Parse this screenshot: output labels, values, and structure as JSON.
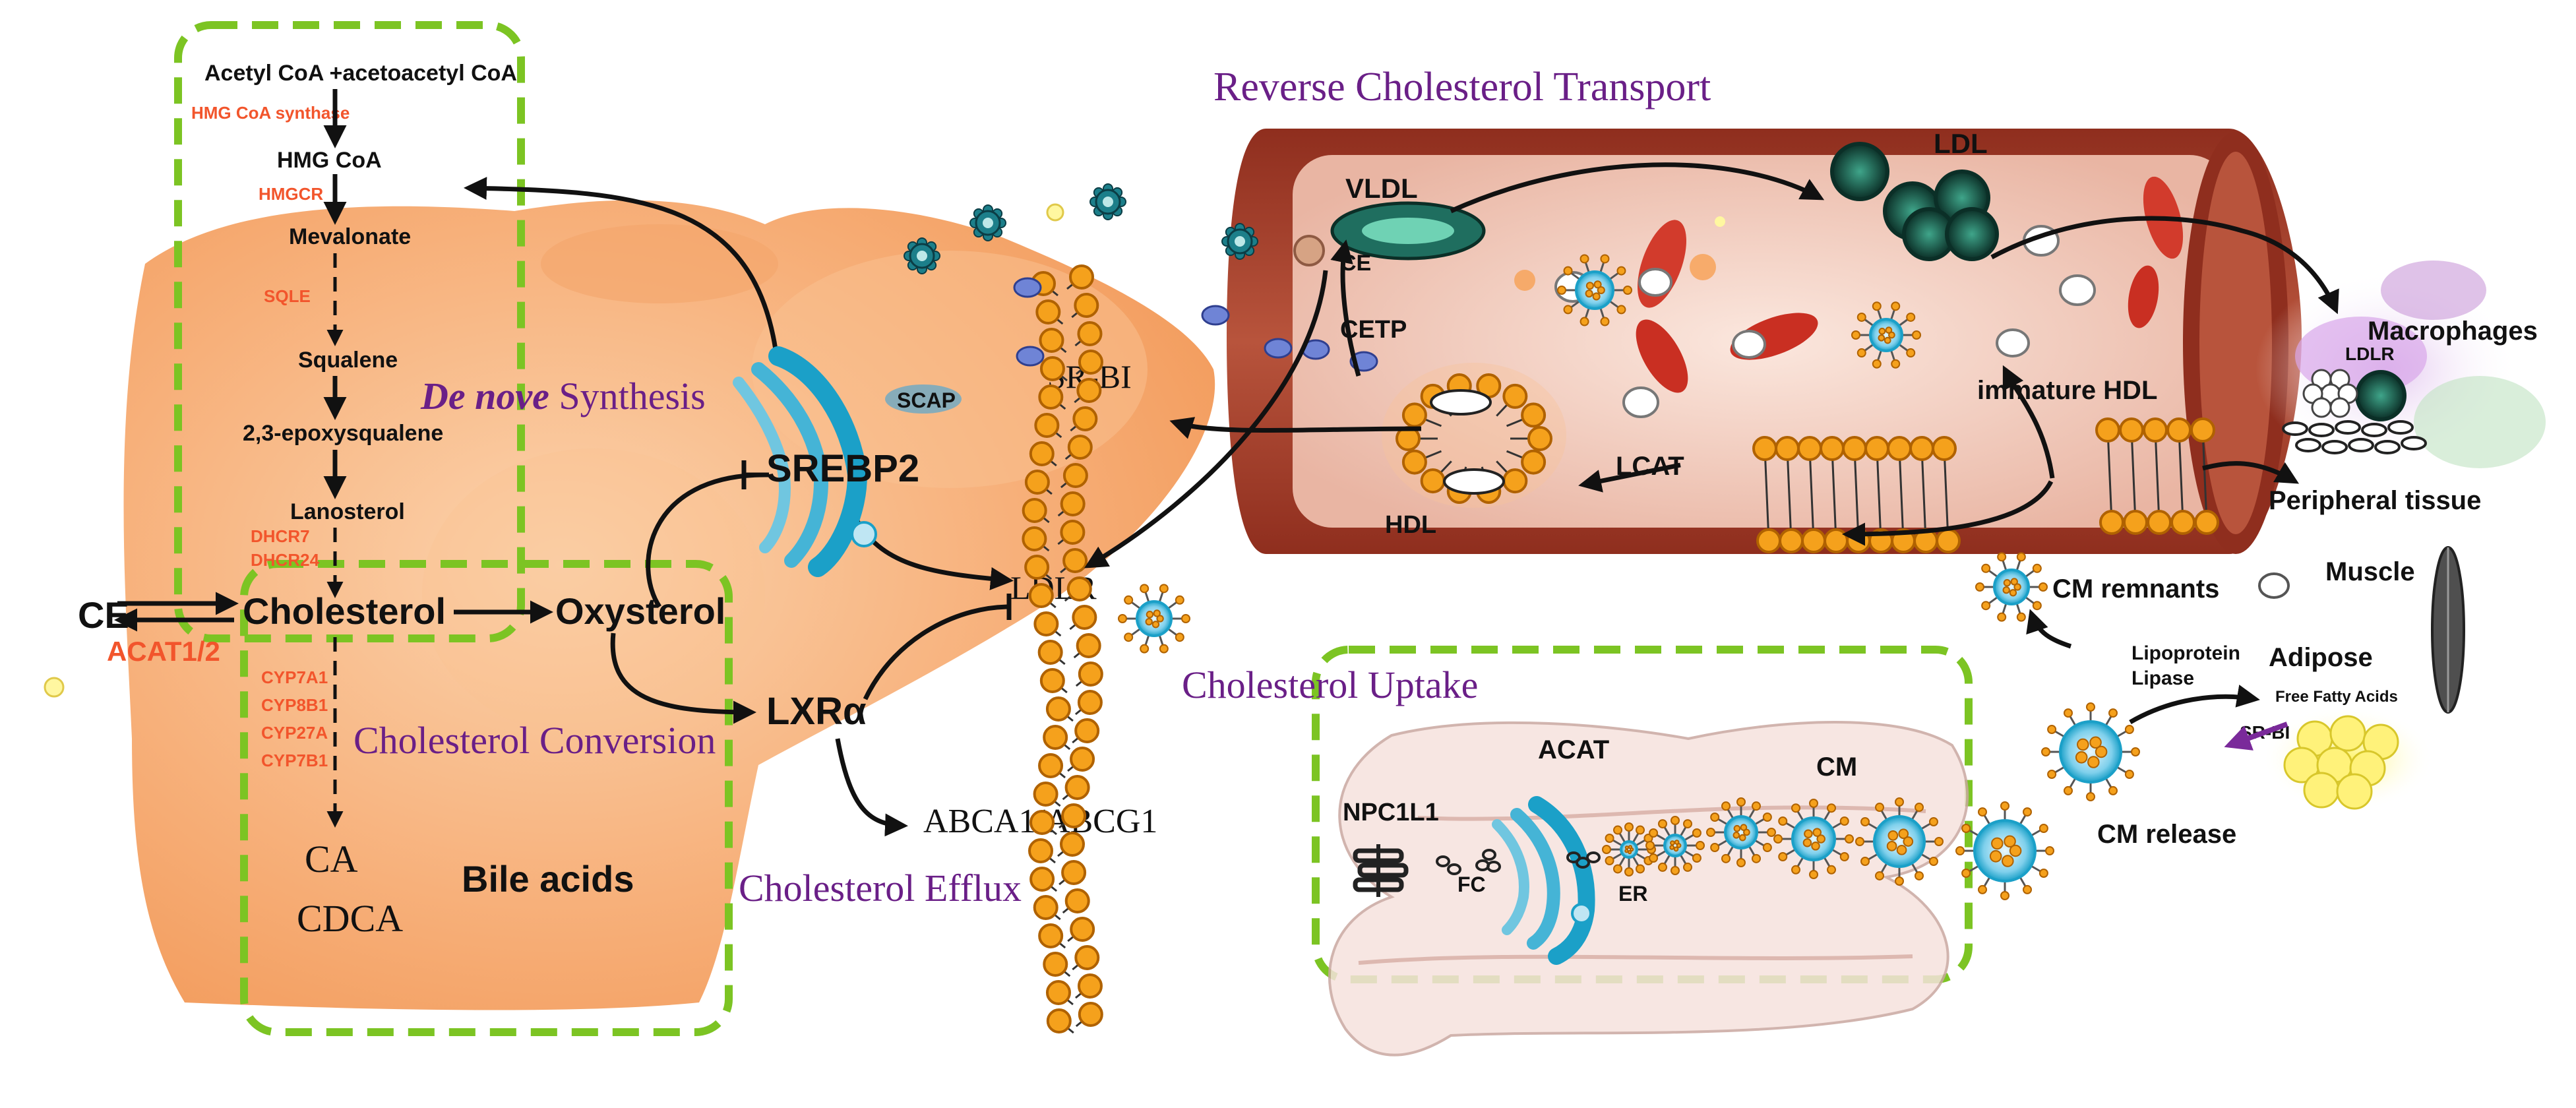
{
  "colors": {
    "liver": "#f7b07a",
    "vessel": "#a93f2a",
    "vessel_lumen": "#f4d4c8",
    "dashed_box": "#7cc423",
    "title_purple": "#6a1f87",
    "enzyme_red": "#f2552c",
    "phospholipid": "#f5a11c",
    "golgi_blue": "#1ba0c8"
  },
  "pathway": {
    "acetyl": "Acetyl CoA +acetoacetyl CoA",
    "hmg_synthase": "HMG CoA synthase",
    "hmg_coa": "HMG CoA",
    "hmgcr": "HMGCR",
    "mevalonate": "Mevalonate",
    "sqle": "SQLE",
    "squalene": "Squalene",
    "epoxy": "2,3-epoxysqualene",
    "lanosterol": "Lanosterol",
    "dhcr7": "DHCR7",
    "dhcr24": "DHCR24",
    "cholesterol": "Cholesterol",
    "ce": "CE",
    "acat12": "ACAT1/2",
    "oxysterol": "Oxysterol",
    "cyp7a1": "CYP7A1",
    "cyp8b1": "CYP8B1",
    "cyp27a": "CYP27A",
    "cyp7b1": "CYP7B1",
    "ca": "CA",
    "cdca": "CDCA",
    "bile_acids": "Bile acids"
  },
  "titles": {
    "de_nove_italic": "De nove",
    "de_nove_rest": " Synthesis",
    "conversion": "Cholesterol Conversion",
    "efflux": "Cholesterol Efflux",
    "rct": "Reverse Cholesterol Transport",
    "uptake": "Cholesterol Uptake"
  },
  "regulators": {
    "srebp2": "SREBP2",
    "scap": "SCAP",
    "lxr": "LXRα",
    "srbi": "SR-BI",
    "ldlr": "LDLR",
    "abca1": "ABCA1/ABCG1"
  },
  "vessel": {
    "vldl": "VLDL",
    "ce": "CE",
    "cetp": "CETP",
    "ldl": "LDL",
    "hdl": "HDL",
    "lcat": "LCAT",
    "immature_hdl": "immature HDL"
  },
  "periphery": {
    "macrophages": "Macrophages",
    "ldlr": "LDLR",
    "peripheral_tissue": "Peripheral tissue",
    "cm_remnants": "CM remnants",
    "muscle": "Muscle",
    "lipoprotein": "Lipoprotein",
    "lipase": "Lipase",
    "adipose": "Adipose",
    "ffa": "Free Fatty Acids",
    "srbi": "SR-BI",
    "cm_release": "CM release"
  },
  "intestine": {
    "acat": "ACAT",
    "cm": "CM",
    "npc1l1": "NPC1L1",
    "fc": "FC",
    "er": "ER"
  }
}
